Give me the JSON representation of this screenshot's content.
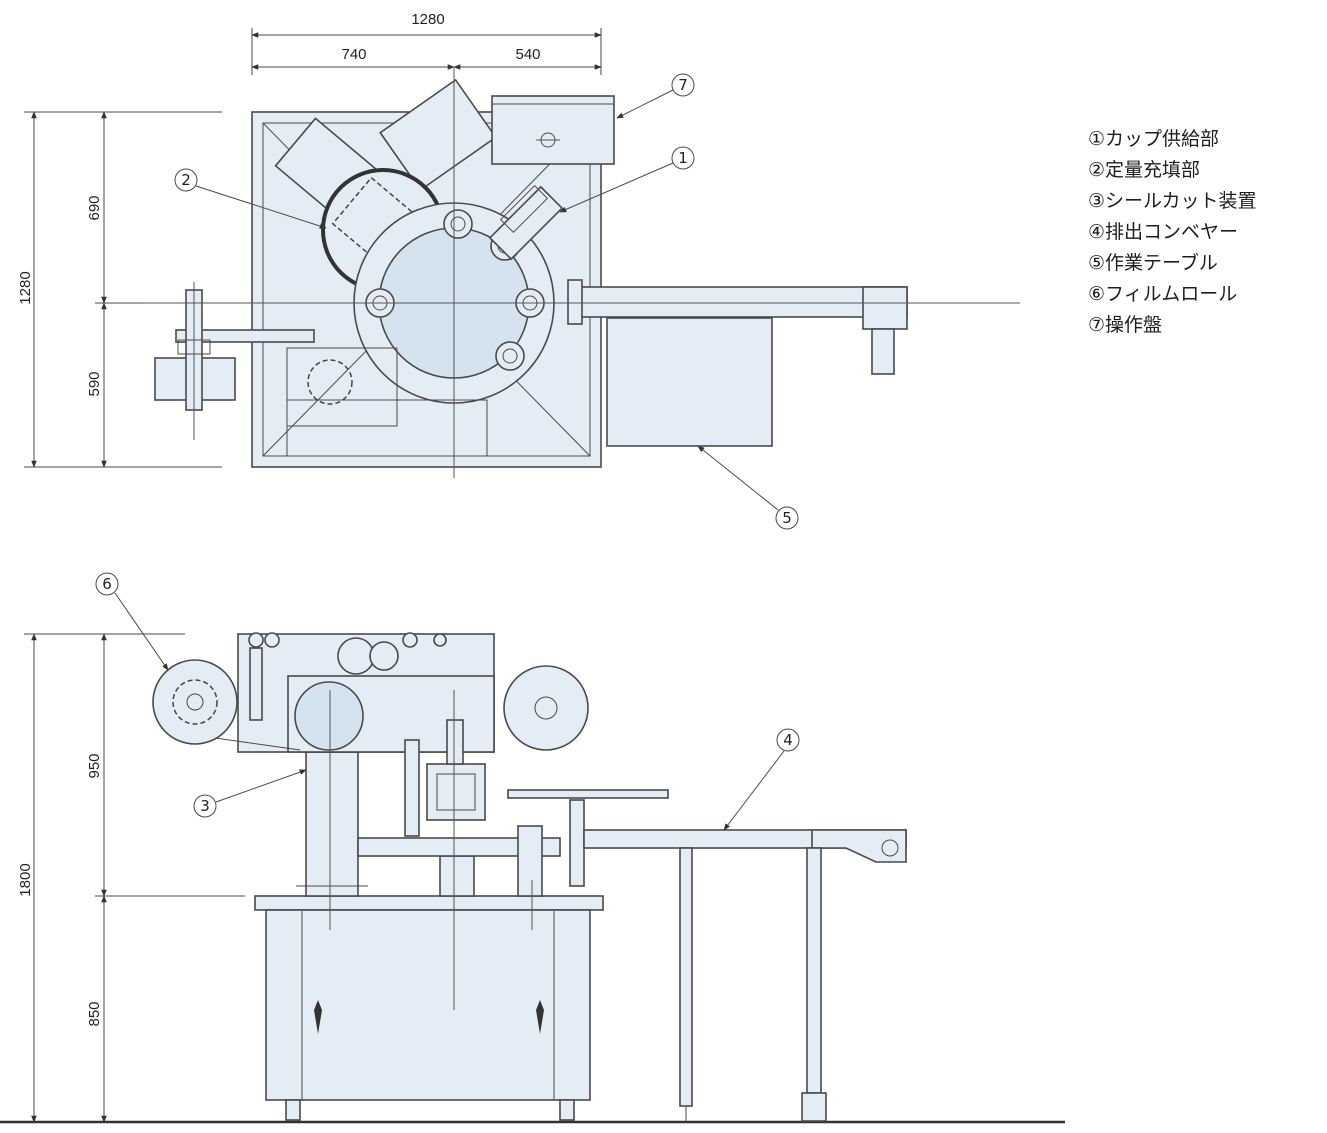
{
  "dimensions": {
    "top_total_width": "1280",
    "top_left_width": "740",
    "top_right_width": "540",
    "top_total_depth": "1280",
    "top_upper_depth": "690",
    "top_lower_depth": "590",
    "side_total_height": "1800",
    "side_upper_height": "950",
    "side_lower_height": "850"
  },
  "balloons": {
    "b1": "1",
    "b2": "2",
    "b3": "3",
    "b4": "4",
    "b5": "5",
    "b6": "6",
    "b7": "7"
  },
  "legend": [
    "①カップ供給部",
    "②定量充填部",
    "③シールカット装置",
    "④排出コンベヤー",
    "⑤作業テーブル",
    "⑥フィルムロール",
    "⑦操作盤"
  ],
  "colors": {
    "fill": "#e4edf5",
    "line": "#4a4a4a"
  }
}
